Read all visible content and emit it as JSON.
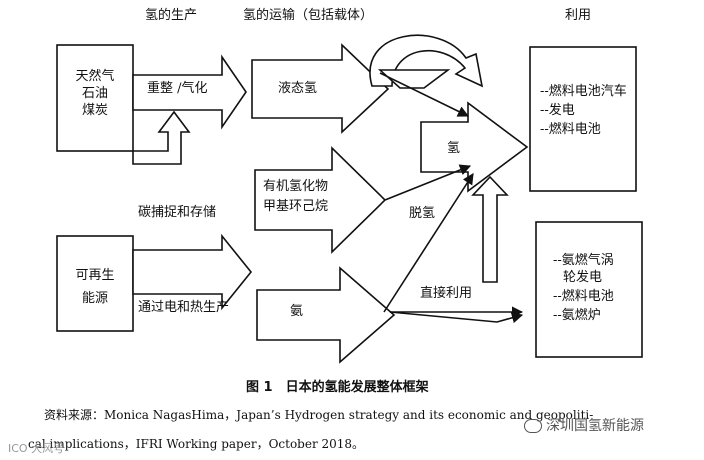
{
  "headers": {
    "production": "氢的生产",
    "transport": "氢的运输（包括载体）",
    "usage": "利用"
  },
  "sources": {
    "fossil": [
      "天然气",
      "石油",
      "煤炭"
    ],
    "renewable": [
      "可再生",
      "能源"
    ]
  },
  "processes": {
    "reforming": "重整 /气化",
    "ccs": "碳捕捉和存储",
    "electric_heat": "通过电和热生产"
  },
  "carriers": {
    "liquid": "液态氢",
    "organic": [
      "有机氢化物",
      "甲基环己烷"
    ],
    "ammonia": "氨"
  },
  "labels": {
    "hydrogen": "氢",
    "dehydrogenation": "脱氢",
    "direct_use": "直接利用"
  },
  "uses": {
    "hydrogen_uses": [
      "--燃料电池汽车",
      "--发电",
      "--燃料电池"
    ],
    "ammonia_uses": [
      "--氨燃气涡",
      "轮发电",
      "--燃料电池",
      "--氨燃炉"
    ]
  },
  "caption": {
    "figure": "图 1　日本的氢能发展整体框架",
    "source_line1": "资料来源：Monica NagasHima，Japan’s Hydrogen strategy and its economic and geopoliti-",
    "source_line2": "cal implications，IFRI Working paper，October 2018。"
  },
  "watermark": {
    "left": "ICO 大风号",
    "right": "深圳国氢新能源"
  }
}
